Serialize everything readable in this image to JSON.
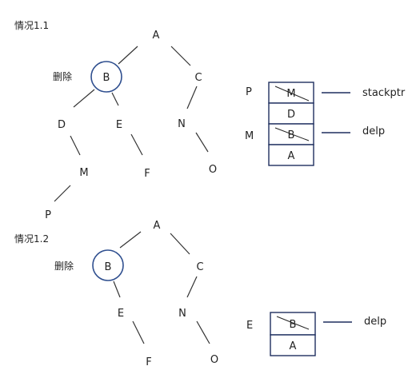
{
  "case1": {
    "title": "情况1.1",
    "delete_label": "删除",
    "nodes": [
      "A",
      "B",
      "C",
      "D",
      "E",
      "N",
      "M",
      "F",
      "O",
      "P"
    ],
    "stack": [
      "M",
      "D",
      "B",
      "A"
    ],
    "side_labels": [
      "P",
      "M"
    ],
    "pointers": [
      "stackptr",
      "delp"
    ]
  },
  "case2": {
    "title": "情况1.2",
    "delete_label": "删除",
    "nodes": [
      "A",
      "B",
      "C",
      "E",
      "N",
      "F",
      "O"
    ],
    "stack": [
      "B",
      "A"
    ],
    "side_labels": [
      "E"
    ],
    "pointers": [
      "delp"
    ]
  }
}
